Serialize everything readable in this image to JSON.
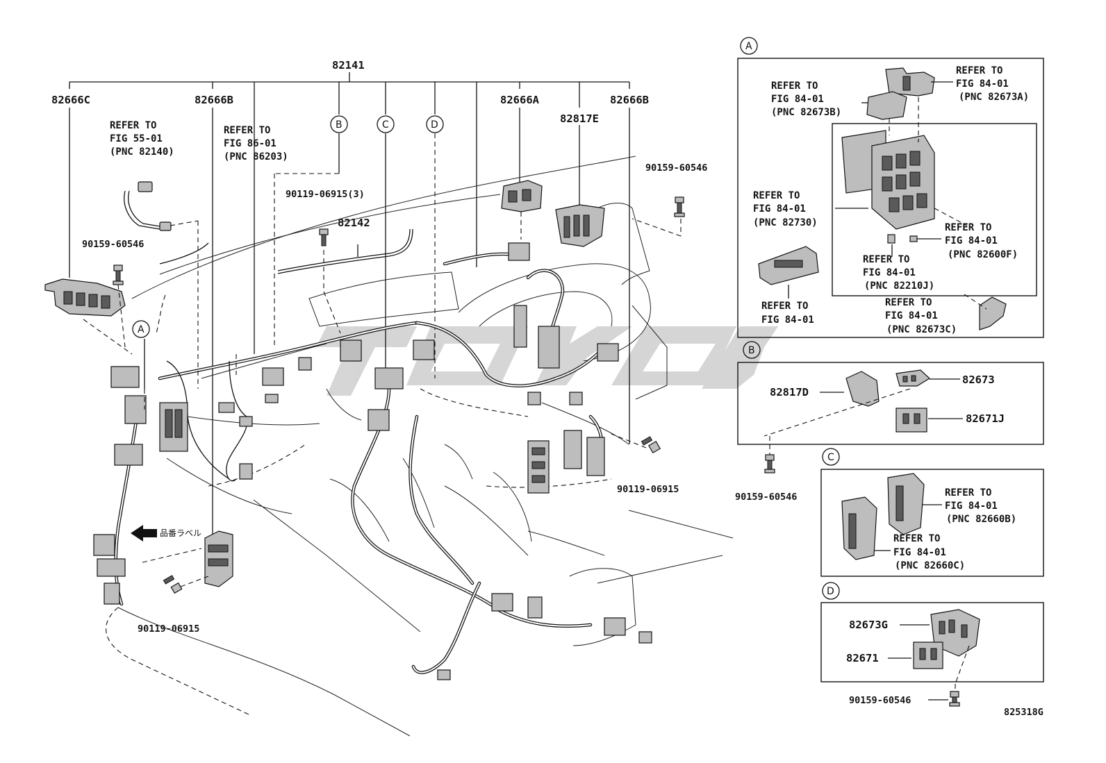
{
  "drawing_number": "825318G",
  "watermark_text": "TOYOTA",
  "main_labels": {
    "assy_82141": "82141",
    "assy_82142": "82142",
    "p82666C": "82666C",
    "p82666B_left": "82666B",
    "p82666A": "82666A",
    "p82817E": "82817E",
    "p82666B_right": "82666B",
    "bolt_90119_3": "90119-06915(3)",
    "bolt_90159_top": "90159-60546",
    "bolt_90159_left": "90159-60546",
    "bolt_90119_right": "90119-06915",
    "bolt_90119_bottom": "90119-06915",
    "label_jp": "品番ラベル"
  },
  "refer_left_55": [
    "REFER TO",
    "FIG 55-01",
    "(PNC 82140)"
  ],
  "refer_left_86": [
    "REFER TO",
    "FIG 86-01",
    "(PNC 86203)"
  ],
  "circle_markers": {
    "a": "A",
    "b": "B",
    "c": "C",
    "d": "D"
  },
  "panel_a": {
    "marker": "A",
    "refer_82673A": [
      "REFER TO",
      "FIG 84-01",
      "(PNC 82673A)"
    ],
    "refer_82673B": [
      "REFER TO",
      "FIG 84-01",
      "(PNC 82673B)"
    ],
    "refer_82730": [
      "REFER TO",
      "FIG 84-01",
      "(PNC 82730)"
    ],
    "refer_82600F": [
      "REFER TO",
      "FIG 84-01",
      "(PNC 82600F)"
    ],
    "refer_82210J": [
      "REFER TO",
      "FIG 84-01",
      "(PNC 82210J)"
    ],
    "refer_84": [
      "REFER TO",
      "FIG 84-01"
    ],
    "refer_82673C": [
      "REFER TO",
      "FIG 84-01",
      "(PNC 82673C)"
    ]
  },
  "panel_b": {
    "marker": "B",
    "p82817D": "82817D",
    "p82673": "82673",
    "p82671J": "82671J",
    "bolt": "90159-60546"
  },
  "panel_c": {
    "marker": "C",
    "refer_82660B": [
      "REFER TO",
      "FIG 84-01",
      "(PNC 82660B)"
    ],
    "refer_82660C": [
      "REFER TO",
      "FIG 84-01",
      "(PNC 82660C)"
    ]
  },
  "panel_d": {
    "marker": "D",
    "p82673G": "82673G",
    "p82671": "82671",
    "bolt": "90159-60546"
  }
}
